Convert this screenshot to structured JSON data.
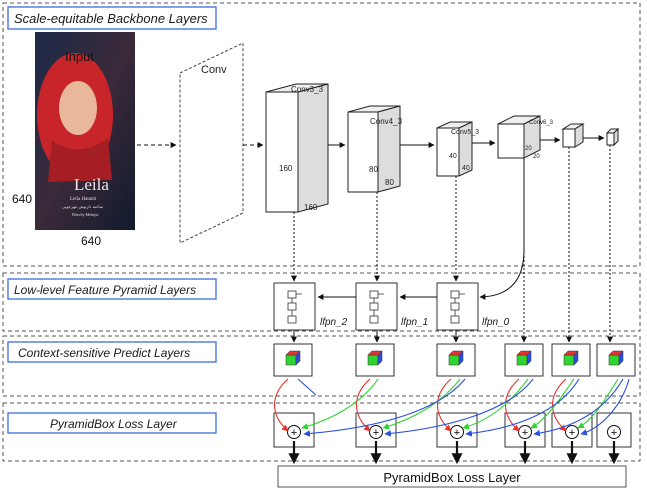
{
  "sections": {
    "backbone": "Scale-equitable Backbone Layers",
    "fpn": "Low-level Feature Pyramid Layers",
    "predict": "Context-sensitive Predict Layers",
    "loss": "PyramidBox Loss Layer"
  },
  "input": {
    "label": "Input",
    "height": "640",
    "width": "640",
    "poster_title": "Leila",
    "poster_sub1": "Leila Hatami",
    "poster_sub2": "ساخته داریوش مهرجویی",
    "poster_sub3": "Film by Mehrjui"
  },
  "conv": {
    "label": "Conv"
  },
  "blocks": {
    "conv3": {
      "label": "Conv3_3",
      "size": "160",
      "size2": "160"
    },
    "conv4": {
      "label": "Conv4_3",
      "size": "80",
      "size2": "80"
    },
    "conv5": {
      "label": "Conv5_3",
      "size": "40",
      "size2": "40"
    },
    "conv6": {
      "label": "Conv6_3",
      "size": "20",
      "size2": "20"
    }
  },
  "fpn_labels": {
    "f2": "lfpn_2",
    "f1": "lfpn_1",
    "f0": "lfpn_0"
  },
  "loss_bar": "PyramidBox Loss Layer",
  "plus": "+",
  "colors": {
    "red": "#e8322b",
    "green": "#2fd42f",
    "blue": "#2a4fe0",
    "frame": "#3a6fd8"
  }
}
